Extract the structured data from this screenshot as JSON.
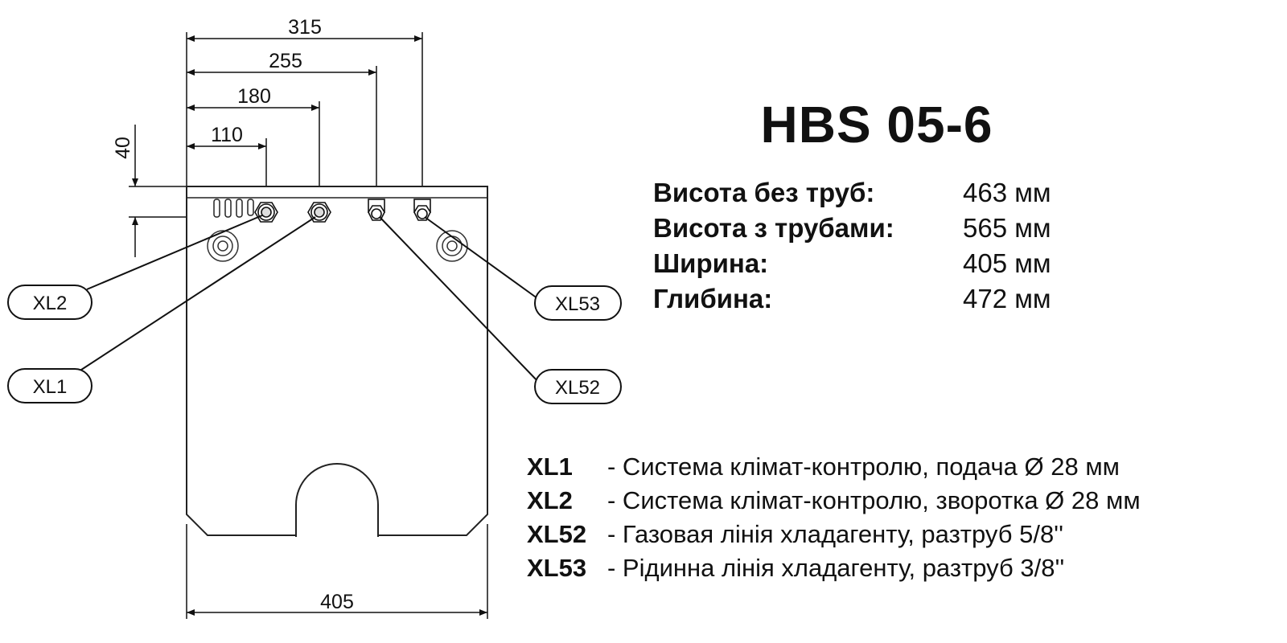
{
  "diagram": {
    "dimensions": {
      "d315": "315",
      "d255": "255",
      "d180": "180",
      "d110": "110",
      "d40": "40",
      "d405": "405"
    },
    "callouts": {
      "xl2": "XL2",
      "xl1": "XL1",
      "xl53": "XL53",
      "xl52": "XL52"
    }
  },
  "product": {
    "title": "HBS 05-6",
    "specs": [
      {
        "label": "Висота без труб:",
        "value": "463 мм"
      },
      {
        "label": "Висота з трубами:",
        "value": "565 мм"
      },
      {
        "label": "Ширина:",
        "value": "405 мм"
      },
      {
        "label": "Глибина:",
        "value": "472 мм"
      }
    ]
  },
  "legend": [
    {
      "code": "XL1",
      "desc": "- Система клімат-контролю, подача Ø 28 мм"
    },
    {
      "code": "XL2",
      "desc": "- Система клімат-контролю, зворотка Ø 28 мм"
    },
    {
      "code": "XL52",
      "desc": "- Газовая лінія хладагенту, разтруб 5/8''"
    },
    {
      "code": "XL53",
      "desc": "- Рідинна лінія хладагенту, разтруб 3/8''"
    }
  ]
}
